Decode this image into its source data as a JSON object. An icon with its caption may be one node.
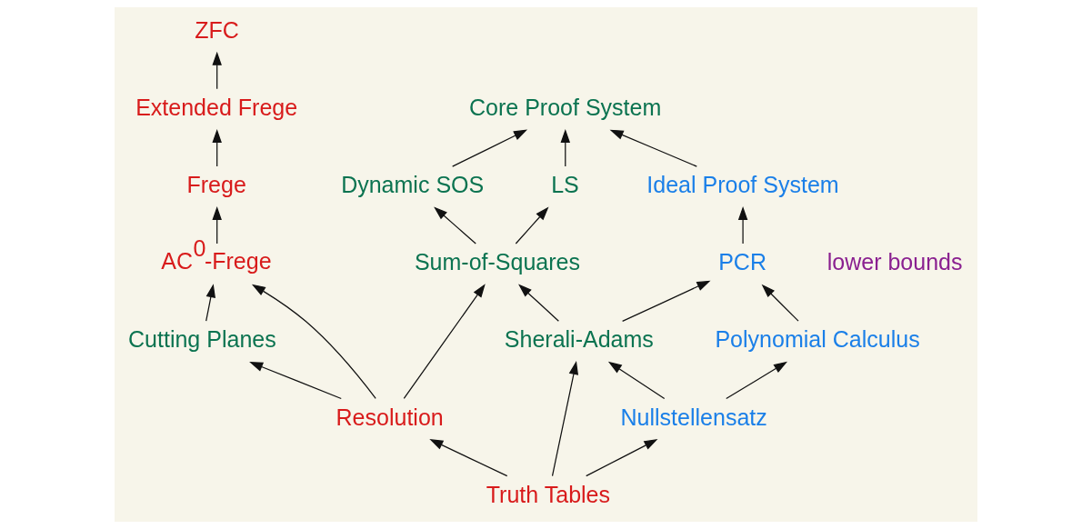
{
  "diagram": {
    "nodes": [
      {
        "text": [
          "ZFC"
        ]
      },
      {
        "text": [
          "Core Proof System"
        ]
      },
      {
        "text": [
          "Ideal Proof System"
        ]
      },
      {
        "text": [
          "Extended Frege"
        ]
      },
      {
        "text": [
          "Dynamic SOS"
        ]
      },
      {
        "text": [
          "LS"
        ]
      },
      {
        "text": [
          "PCR"
        ]
      },
      {
        "text": [
          "Sum-of-Squares"
        ]
      },
      {
        "text": [
          "Frege"
        ]
      },
      {
        "text": [
          "AC$^{0}$-Frege"
        ]
      },
      {
        "text": [
          "Cutting Planes"
        ]
      },
      {
        "text": [
          "Polynomial Calculus"
        ]
      },
      {
        "text": [
          "Resolution"
        ]
      },
      {
        "text": [
          "Sherali-Adams"
        ]
      },
      {
        "text": [
          "Nullstellensatz"
        ]
      },
      {
        "text": [
          "Truth Tables"
        ]
      }
    ],
    "edges": [
      {
        "from": 3,
        "to": 0,
        "arrow": "to"
      },
      {
        "from": 2,
        "to": 1,
        "arrow": "to"
      },
      {
        "from": 4,
        "to": 1,
        "arrow": "to"
      },
      {
        "from": 5,
        "to": 1,
        "arrow": "to"
      },
      {
        "from": 6,
        "to": 2,
        "arrow": "to"
      },
      {
        "from": 8,
        "to": 3,
        "arrow": "to"
      },
      {
        "from": 7,
        "to": 4,
        "arrow": "to"
      },
      {
        "from": 7,
        "to": 5,
        "arrow": "to"
      },
      {
        "from": 11,
        "to": 6,
        "arrow": "to"
      },
      {
        "from": 13,
        "to": 6,
        "arrow": "to"
      },
      {
        "from": 9,
        "to": 8,
        "arrow": "to"
      },
      {
        "from": 10,
        "to": 9,
        "arrow": "to"
      },
      {
        "from": 12,
        "to": 9,
        "arrow": "to"
      },
      {
        "from": 12,
        "to": 10,
        "arrow": "to"
      },
      {
        "from": 12,
        "to": 7,
        "arrow": "to"
      },
      {
        "from": 13,
        "to": 7,
        "arrow": "to"
      },
      {
        "from": 14,
        "to": 11,
        "arrow": "to"
      },
      {
        "from": 14,
        "to": 13,
        "arrow": "to"
      },
      {
        "from": 15,
        "to": 12,
        "arrow": "to"
      },
      {
        "from": 15,
        "to": 13,
        "arrow": "to"
      },
      {
        "from": 15,
        "to": 14,
        "arrow": "to"
      }
    ],
    "labels": [
      "lower bounds"
    ]
  }
}
